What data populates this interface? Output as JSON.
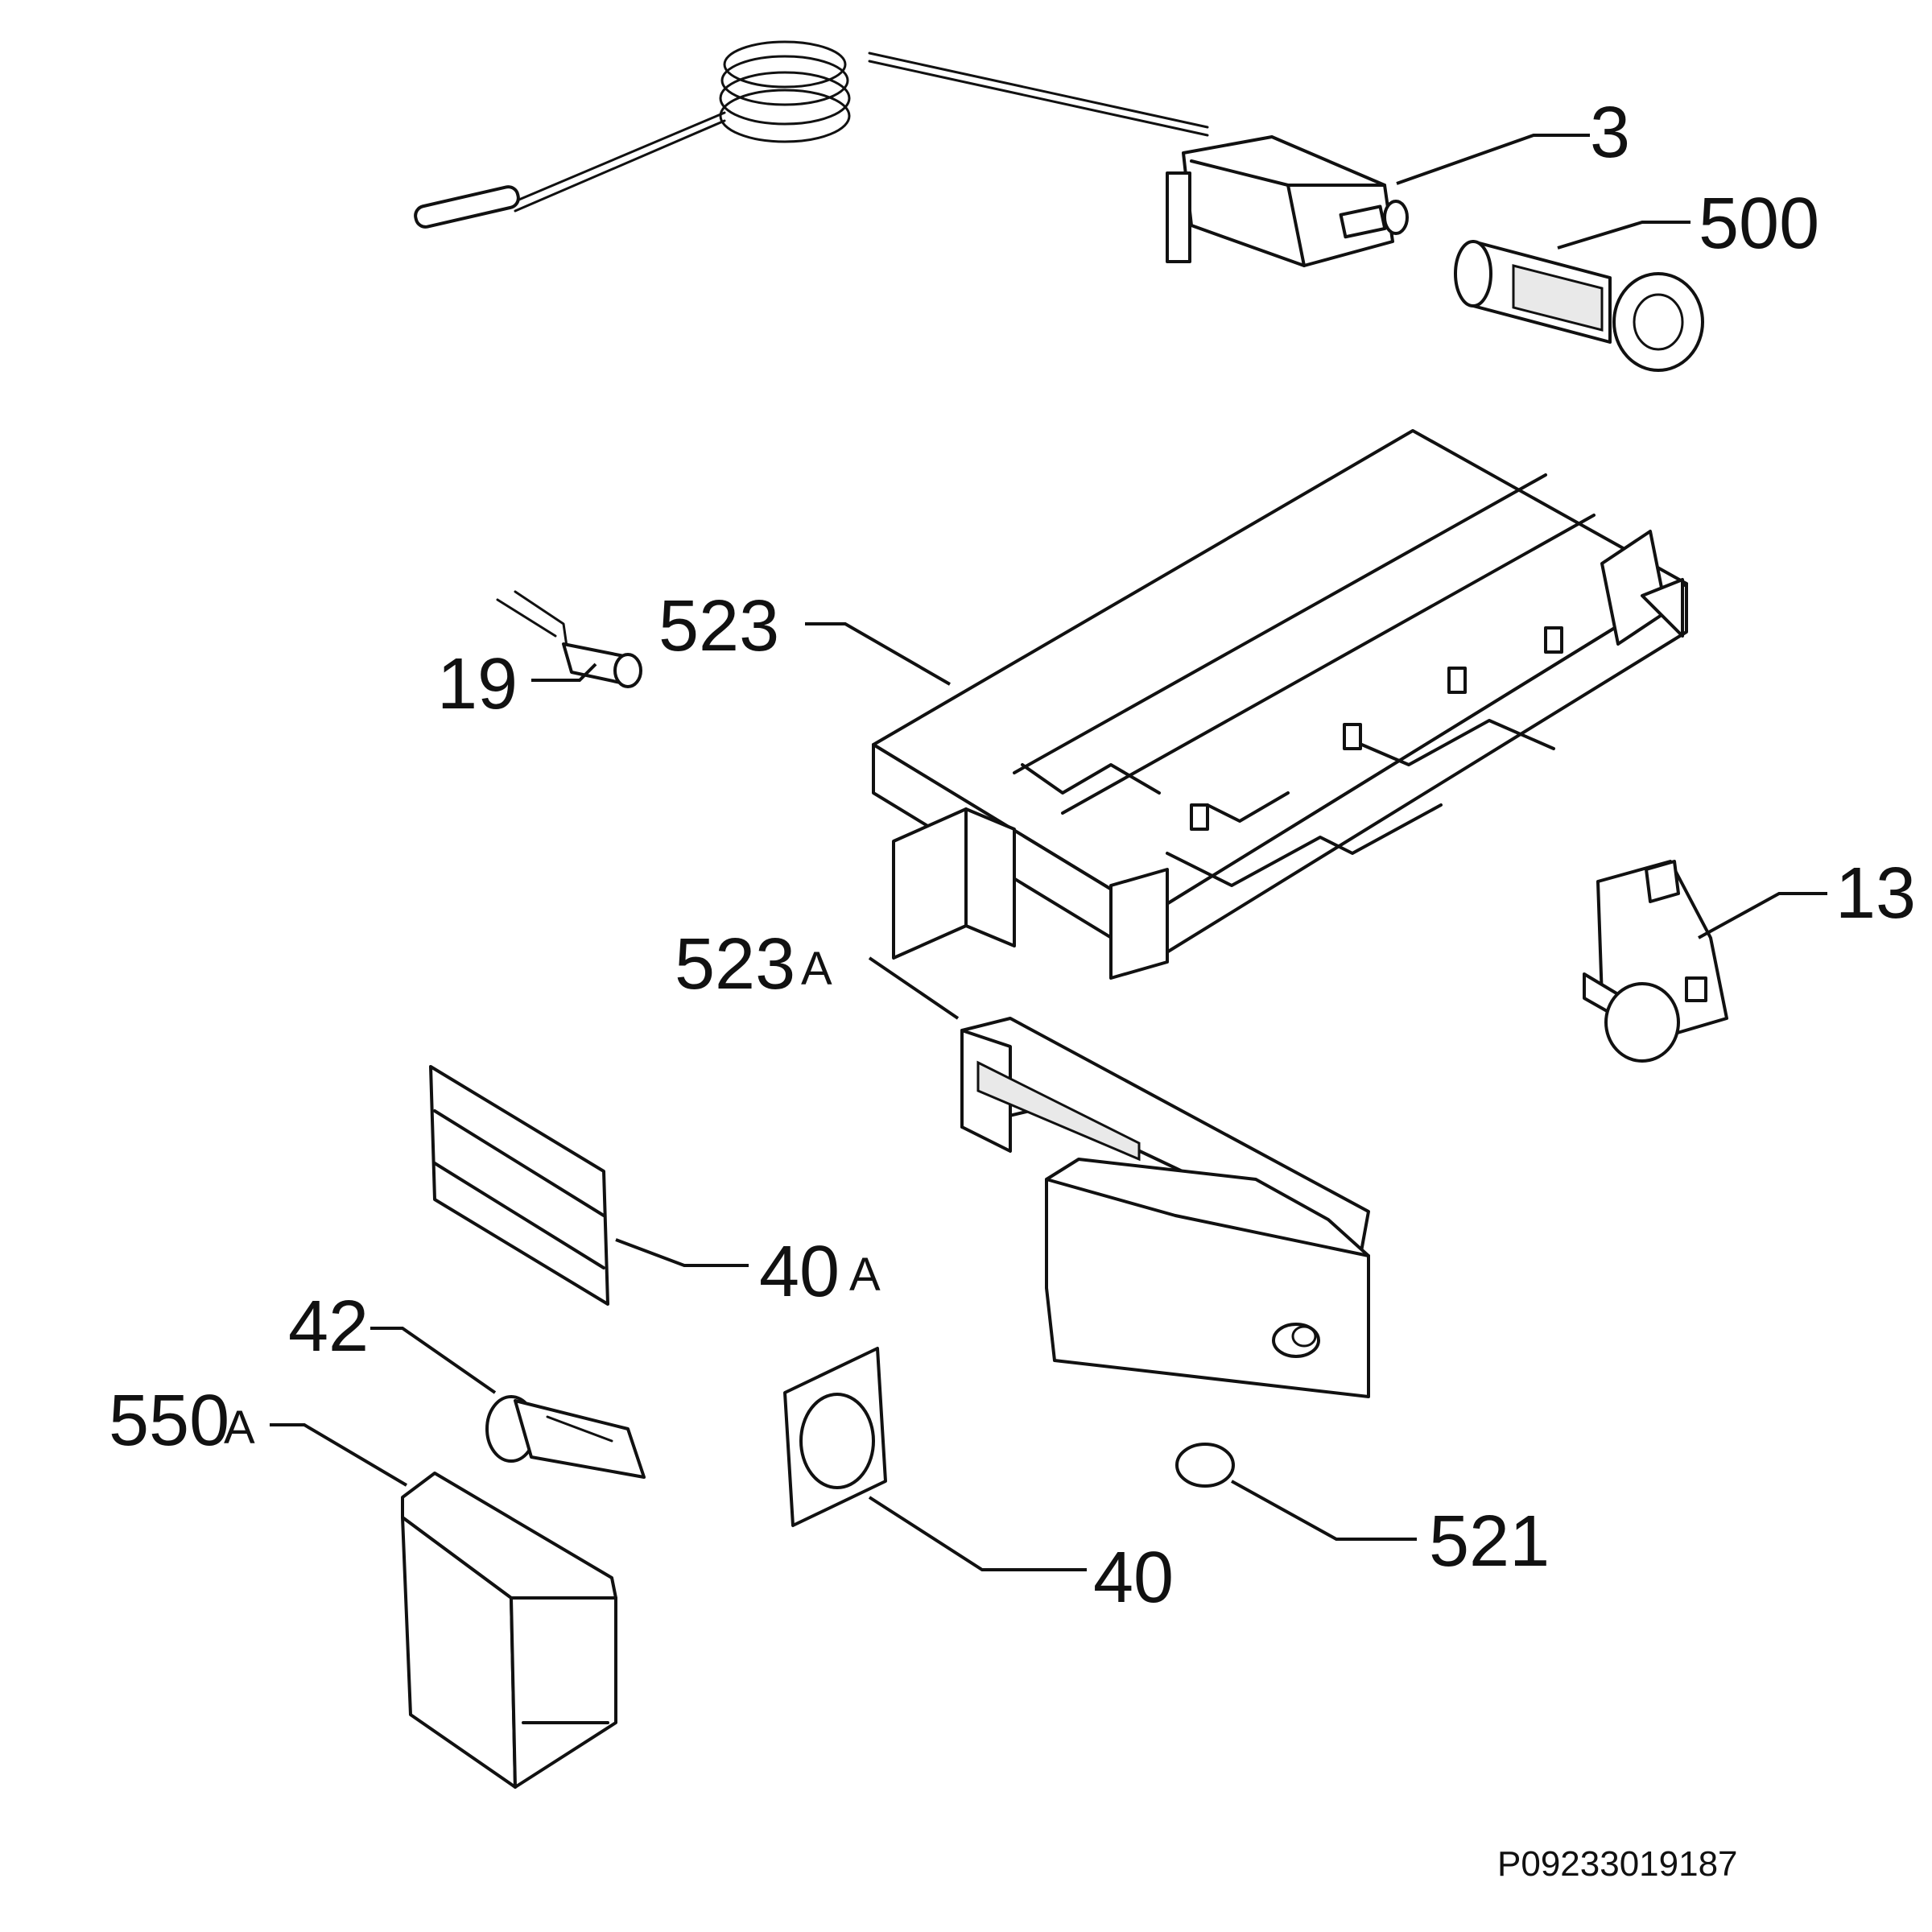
{
  "callouts": {
    "c3": "3",
    "c500": "500",
    "c523": "523",
    "c19": "19",
    "c13": "13",
    "c523a": "523",
    "c523a_suffix": "A",
    "c40a": "40",
    "c40a_suffix": "A",
    "c42": "42",
    "c550a": "550",
    "c550a_suffix": "A",
    "c40": "40",
    "c521": "521"
  },
  "drawing_code": "P09233019187"
}
